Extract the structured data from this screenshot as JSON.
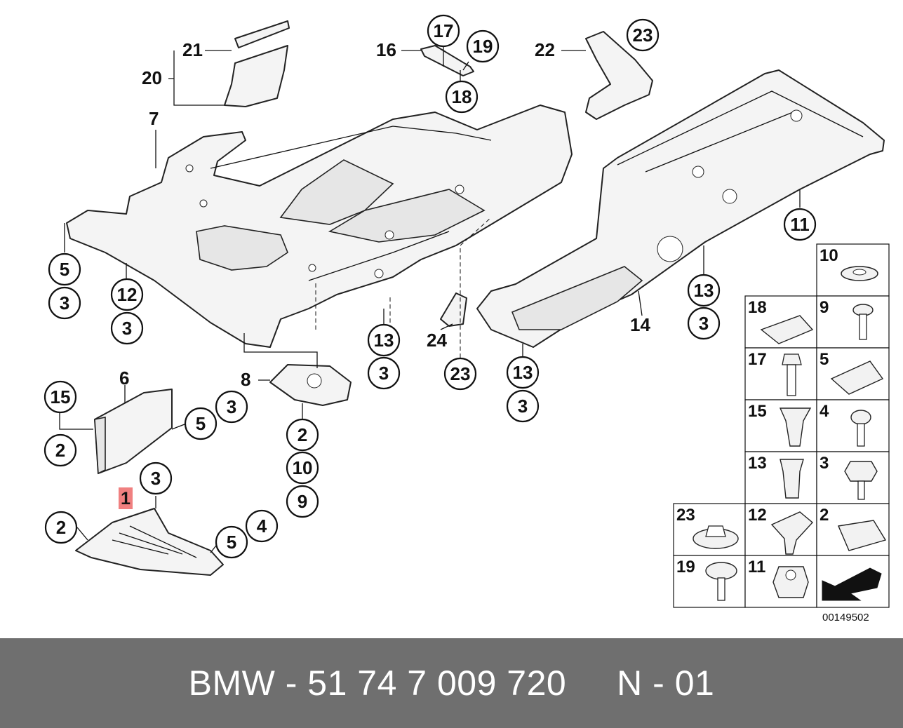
{
  "callouts": [
    "21",
    "20",
    "7",
    "17",
    "16",
    "19",
    "18",
    "22",
    "23",
    "5",
    "3",
    "12",
    "3",
    "13",
    "3",
    "24",
    "23",
    "14",
    "13",
    "3",
    "11",
    "13",
    "3",
    "15",
    "6",
    "3",
    "5",
    "2",
    "8",
    "2",
    "10",
    "9",
    "3",
    "2",
    "5",
    "4"
  ],
  "highlight_label": "1",
  "legend": [
    "10",
    "18",
    "9",
    "17",
    "5",
    "15",
    "4",
    "13",
    "3",
    "23",
    "12",
    "2",
    "19",
    "11"
  ],
  "ref_code": "00149502",
  "footer_text": "BMW - 51 74 7 009 720     N - 01",
  "colors": {
    "footer_bg": "#6f6f6f",
    "highlight": "#f08080"
  }
}
